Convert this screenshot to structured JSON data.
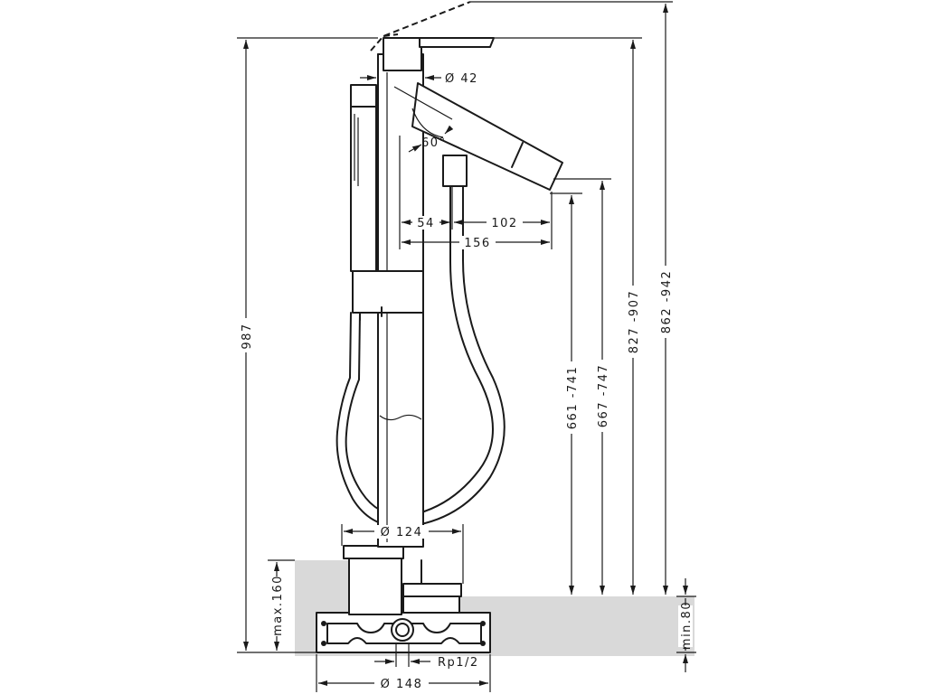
{
  "drawing": {
    "dimensions": {
      "total_height": "987",
      "max_160": "max.160",
      "min_80": "min.80",
      "diameter_42": "Ø 42",
      "angle_60": "60°",
      "d_54": "54",
      "d_102": "102",
      "d_156": "156",
      "diameter_124": "Ø 124",
      "diameter_148": "Ø 148",
      "thread": "Rp1/2",
      "h_661_741": "661 -741",
      "h_667_747": "667 -747",
      "h_827_907": "827 -907",
      "h_862_942": "862 -942"
    },
    "colors": {
      "line": "#1a1a1a",
      "floor_fill": "#d9d9d9",
      "background": "#ffffff"
    }
  }
}
